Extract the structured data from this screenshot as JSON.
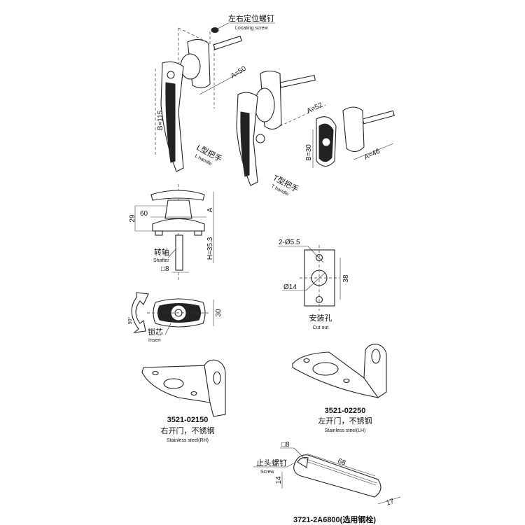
{
  "labels": {
    "locating_screw_cn": "左右定位螺钉",
    "locating_screw_en": "Locating screw",
    "l_handle_cn": "L型把手",
    "l_handle_en": "L handle",
    "t_handle_cn": "T型把手",
    "t_handle_en": "T handle",
    "shafter_cn": "转轴",
    "shafter_en": "Shafter",
    "insert_cn": "锁芯",
    "insert_en": "Insert",
    "cutout_cn": "安装孔",
    "cutout_en": "Cut out",
    "screw_cn": "止头螺钉",
    "screw_en": "Screw"
  },
  "dimensions": {
    "l_b": "B=115",
    "l_a": "A=50",
    "t_a": "A=52",
    "small_b": "B=30",
    "small_a": "A=46",
    "front_29": "29",
    "front_60": "60",
    "front_a": "A",
    "front_h": "H=35.3",
    "shaft_sq": "□8",
    "insert_30": "30",
    "rotation": "90°",
    "holes": "2-Ø5.5",
    "center_hole": "Ø14",
    "cut_38": "38",
    "pin_sq": "□8",
    "pin_68": "68",
    "pin_14": "14",
    "pin_17": "17"
  },
  "parts": [
    {
      "code": "3521-02150",
      "desc_cn": "右开门，不锈钢",
      "desc_en": "Stainless steel(RH)"
    },
    {
      "code": "3521-02250",
      "desc_cn": "左开门，不锈钢",
      "desc_en": "Stainless steel(LH)"
    },
    {
      "code": "3721-2A6800(选用钢栓)"
    }
  ]
}
